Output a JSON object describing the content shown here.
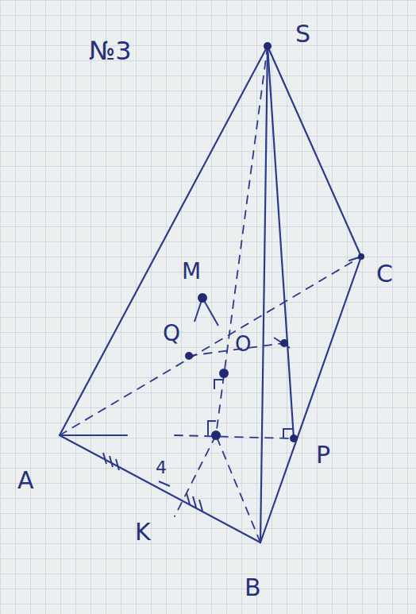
{
  "diagram": {
    "labels": [
      "№3",
      "S",
      "C",
      "M",
      "Q",
      "O",
      "A",
      "P",
      "K",
      "B",
      "4"
    ]
  }
}
